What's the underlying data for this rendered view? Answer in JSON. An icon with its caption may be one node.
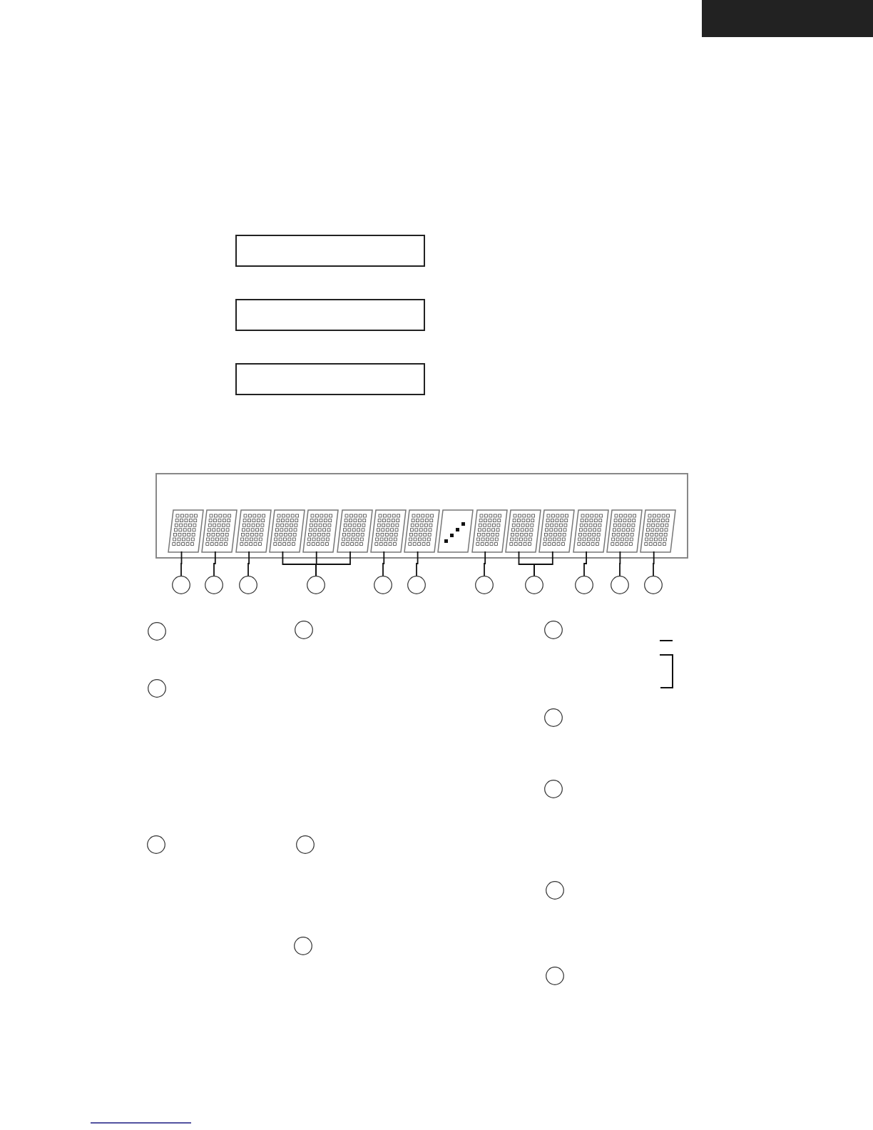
{
  "diagram": {
    "nodes": [
      {
        "text": [],
        "shape": "box"
      },
      {
        "text": [],
        "shape": "box"
      },
      {
        "text": [],
        "shape": "box"
      },
      {
        "text": [],
        "shape": "box"
      },
      {
        "text": [],
        "shape": "box"
      },
      {
        "text": [],
        "shape": "matrix",
        "in": 4
      },
      {
        "text": [],
        "shape": "matrix",
        "in": 4
      },
      {
        "text": [],
        "shape": "matrix",
        "in": 4
      },
      {
        "text": [],
        "shape": "matrix",
        "in": 4
      },
      {
        "text": [],
        "shape": "matrix",
        "in": 4
      },
      {
        "text": [],
        "shape": "matrix",
        "in": 4
      },
      {
        "text": [],
        "shape": "matrix",
        "in": 4
      },
      {
        "text": [],
        "shape": "matrix",
        "in": 4
      },
      {
        "text": [],
        "shape": "slash",
        "in": 4
      },
      {
        "text": [],
        "shape": "matrix",
        "in": 4
      },
      {
        "text": [],
        "shape": "matrix",
        "in": 4
      },
      {
        "text": [],
        "shape": "matrix",
        "in": 4
      },
      {
        "text": [],
        "shape": "matrix",
        "in": 4
      },
      {
        "text": [],
        "shape": "matrix",
        "in": 4
      },
      {
        "text": [],
        "shape": "matrix",
        "in": 4
      },
      {
        "text": [],
        "shape": "circle"
      },
      {
        "text": [],
        "shape": "circle"
      },
      {
        "text": [],
        "shape": "circle"
      },
      {
        "text": [],
        "shape": "circle"
      },
      {
        "text": [],
        "shape": "circle"
      },
      {
        "text": [],
        "shape": "circle"
      },
      {
        "text": [],
        "shape": "circle"
      },
      {
        "text": [],
        "shape": "circle"
      },
      {
        "text": [],
        "shape": "circle"
      },
      {
        "text": [],
        "shape": "circle"
      },
      {
        "text": [],
        "shape": "circle"
      },
      {
        "text": [],
        "shape": "circle"
      },
      {
        "text": [],
        "shape": "circle"
      },
      {
        "text": [],
        "shape": "circle"
      },
      {
        "text": [],
        "shape": "circle"
      },
      {
        "text": [],
        "shape": "circle"
      },
      {
        "text": [],
        "shape": "circle"
      },
      {
        "text": [],
        "shape": "circle"
      },
      {
        "text": [],
        "shape": "circle"
      },
      {
        "text": [],
        "shape": "circle"
      },
      {
        "text": [],
        "shape": "circle"
      },
      {
        "text": [],
        "shape": "circle"
      }
    ],
    "edges": [
      {
        "from": 20,
        "to": 5,
        "arrow": "none"
      },
      {
        "from": 21,
        "to": 6,
        "arrow": "none"
      },
      {
        "from": 22,
        "to": 7,
        "arrow": "none"
      },
      {
        "from": 23,
        "to": 8,
        "arrow": "none"
      },
      {
        "from": 23,
        "to": 9,
        "arrow": "none"
      },
      {
        "from": 23,
        "to": 10,
        "arrow": "none"
      },
      {
        "from": 24,
        "to": 11,
        "arrow": "none"
      },
      {
        "from": 25,
        "to": 12,
        "arrow": "none"
      },
      {
        "from": 26,
        "to": 14,
        "arrow": "none"
      },
      {
        "from": 27,
        "to": 15,
        "arrow": "none"
      },
      {
        "from": 27,
        "to": 16,
        "arrow": "none"
      },
      {
        "from": 28,
        "to": 17,
        "arrow": "none"
      },
      {
        "from": 29,
        "to": 18,
        "arrow": "none"
      },
      {
        "from": 30,
        "to": 19,
        "arrow": "none"
      }
    ]
  }
}
